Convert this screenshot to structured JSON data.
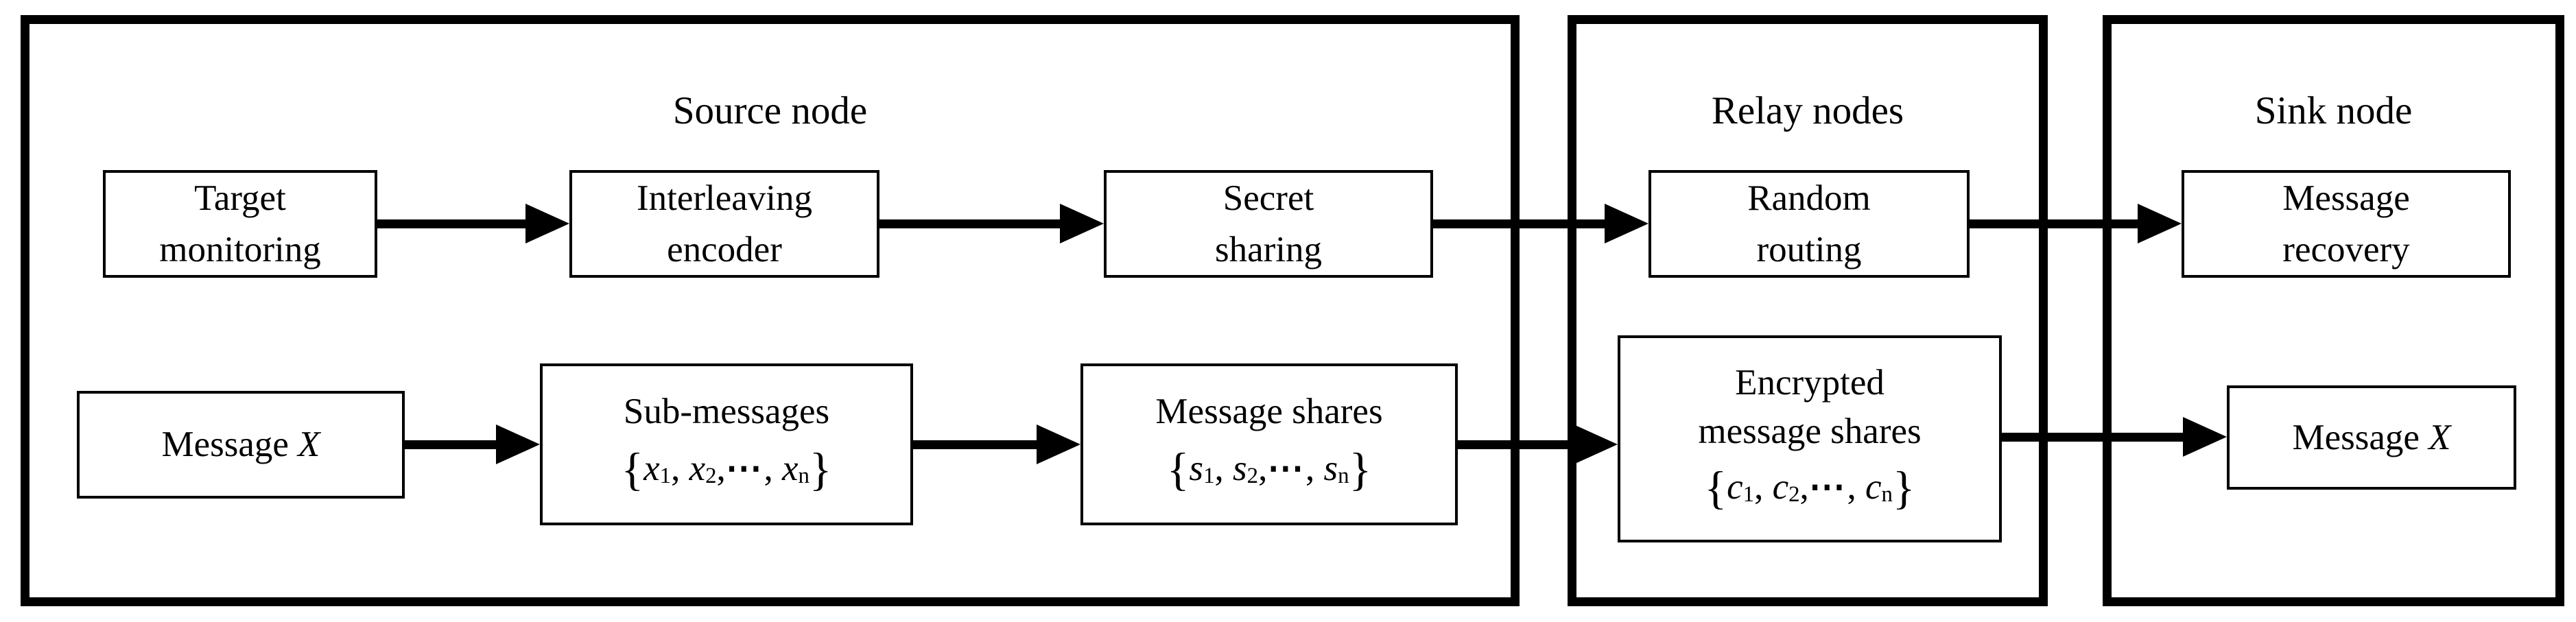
{
  "colors": {
    "ink": "#000000",
    "background": "#ffffff"
  },
  "containers": {
    "source": {
      "title": "Source node"
    },
    "relay": {
      "title": "Relay nodes"
    },
    "sink": {
      "title": "Sink node"
    }
  },
  "boxes": {
    "target_monitoring": {
      "label": "Target\nmonitoring"
    },
    "interleaving_encoder": {
      "label": "Interleaving\nencoder"
    },
    "secret_sharing": {
      "label": "Secret\nsharing"
    },
    "random_routing": {
      "label": "Random\nrouting"
    },
    "message_recovery": {
      "label": "Message\nrecovery"
    },
    "message_x_source": {
      "rich": [
        {
          "text": "Message ",
          "kind": "plain"
        },
        {
          "text": "X",
          "kind": "var"
        }
      ]
    },
    "sub_messages": {
      "label": "Sub-messages",
      "formula": [
        {
          "text": "{",
          "kind": "brace"
        },
        {
          "text": "x",
          "kind": "var"
        },
        {
          "text": "1",
          "kind": "sub"
        },
        {
          "text": ", ",
          "kind": "plain"
        },
        {
          "text": "x",
          "kind": "var"
        },
        {
          "text": "2",
          "kind": "sub"
        },
        {
          "text": ",",
          "kind": "plain"
        },
        {
          "text": "⋯",
          "kind": "dots"
        },
        {
          "text": ", ",
          "kind": "plain"
        },
        {
          "text": "x",
          "kind": "var"
        },
        {
          "text": "n",
          "kind": "sub"
        },
        {
          "text": "}",
          "kind": "brace"
        }
      ]
    },
    "message_shares": {
      "label": "Message shares",
      "formula": [
        {
          "text": "{",
          "kind": "brace"
        },
        {
          "text": "s",
          "kind": "var"
        },
        {
          "text": "1",
          "kind": "sub"
        },
        {
          "text": ", ",
          "kind": "plain"
        },
        {
          "text": "s",
          "kind": "var"
        },
        {
          "text": "2",
          "kind": "sub"
        },
        {
          "text": ",",
          "kind": "plain"
        },
        {
          "text": "⋯",
          "kind": "dots"
        },
        {
          "text": ", ",
          "kind": "plain"
        },
        {
          "text": "s",
          "kind": "var"
        },
        {
          "text": "n",
          "kind": "sub"
        },
        {
          "text": "}",
          "kind": "brace"
        }
      ]
    },
    "encrypted_message_shares": {
      "label": "Encrypted\nmessage shares",
      "formula": [
        {
          "text": "{",
          "kind": "brace"
        },
        {
          "text": "c",
          "kind": "var"
        },
        {
          "text": "1",
          "kind": "sub"
        },
        {
          "text": ", ",
          "kind": "plain"
        },
        {
          "text": "c",
          "kind": "var"
        },
        {
          "text": "2",
          "kind": "sub"
        },
        {
          "text": ",",
          "kind": "plain"
        },
        {
          "text": "⋯",
          "kind": "dots"
        },
        {
          "text": ", ",
          "kind": "plain"
        },
        {
          "text": "c",
          "kind": "var"
        },
        {
          "text": "n",
          "kind": "sub"
        },
        {
          "text": "}",
          "kind": "brace"
        }
      ]
    },
    "message_x_sink": {
      "rich": [
        {
          "text": "Message ",
          "kind": "plain"
        },
        {
          "text": "X",
          "kind": "var"
        }
      ]
    }
  }
}
